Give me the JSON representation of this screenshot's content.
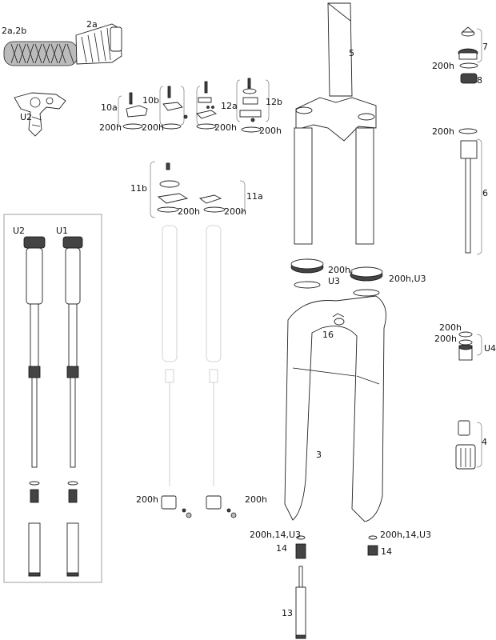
{
  "labels": {
    "l_2a2b": "2a,2b",
    "l_2a": "2a",
    "l_u2_top": "U2",
    "l_5": "5",
    "l_7": "7",
    "l_200h_7": "200h",
    "l_8": "8",
    "l_10a": "10a",
    "l_10b": "10b",
    "l_12a": "12a",
    "l_12b": "12b",
    "l_200h_a": "200h",
    "l_200h_b": "200h",
    "l_200h_c": "200h",
    "l_200h_d": "200h",
    "l_200h_6": "200h",
    "l_6": "6",
    "l_11b": "11b",
    "l_11a": "11a",
    "l_200h_e": "200h",
    "l_200h_f": "200h",
    "l_u2_box": "U2",
    "l_u1_box": "U1",
    "l_200h_u3a_1": "200h,",
    "l_200h_u3a_2": "U3",
    "l_200h_u3b": "200h,U3",
    "l_16": "16",
    "l_200h_u4a": "200h",
    "l_200h_u4b": "200h",
    "l_u4": "U4",
    "l_3": "3",
    "l_4": "4",
    "l_200h_g": "200h",
    "l_200h_h": "200h",
    "l_200h14u3_left": "200h,14,U3",
    "l_200h14u3_right": "200h,14,U3",
    "l_14_left": "14",
    "l_14_right": "14",
    "l_13": "13"
  }
}
